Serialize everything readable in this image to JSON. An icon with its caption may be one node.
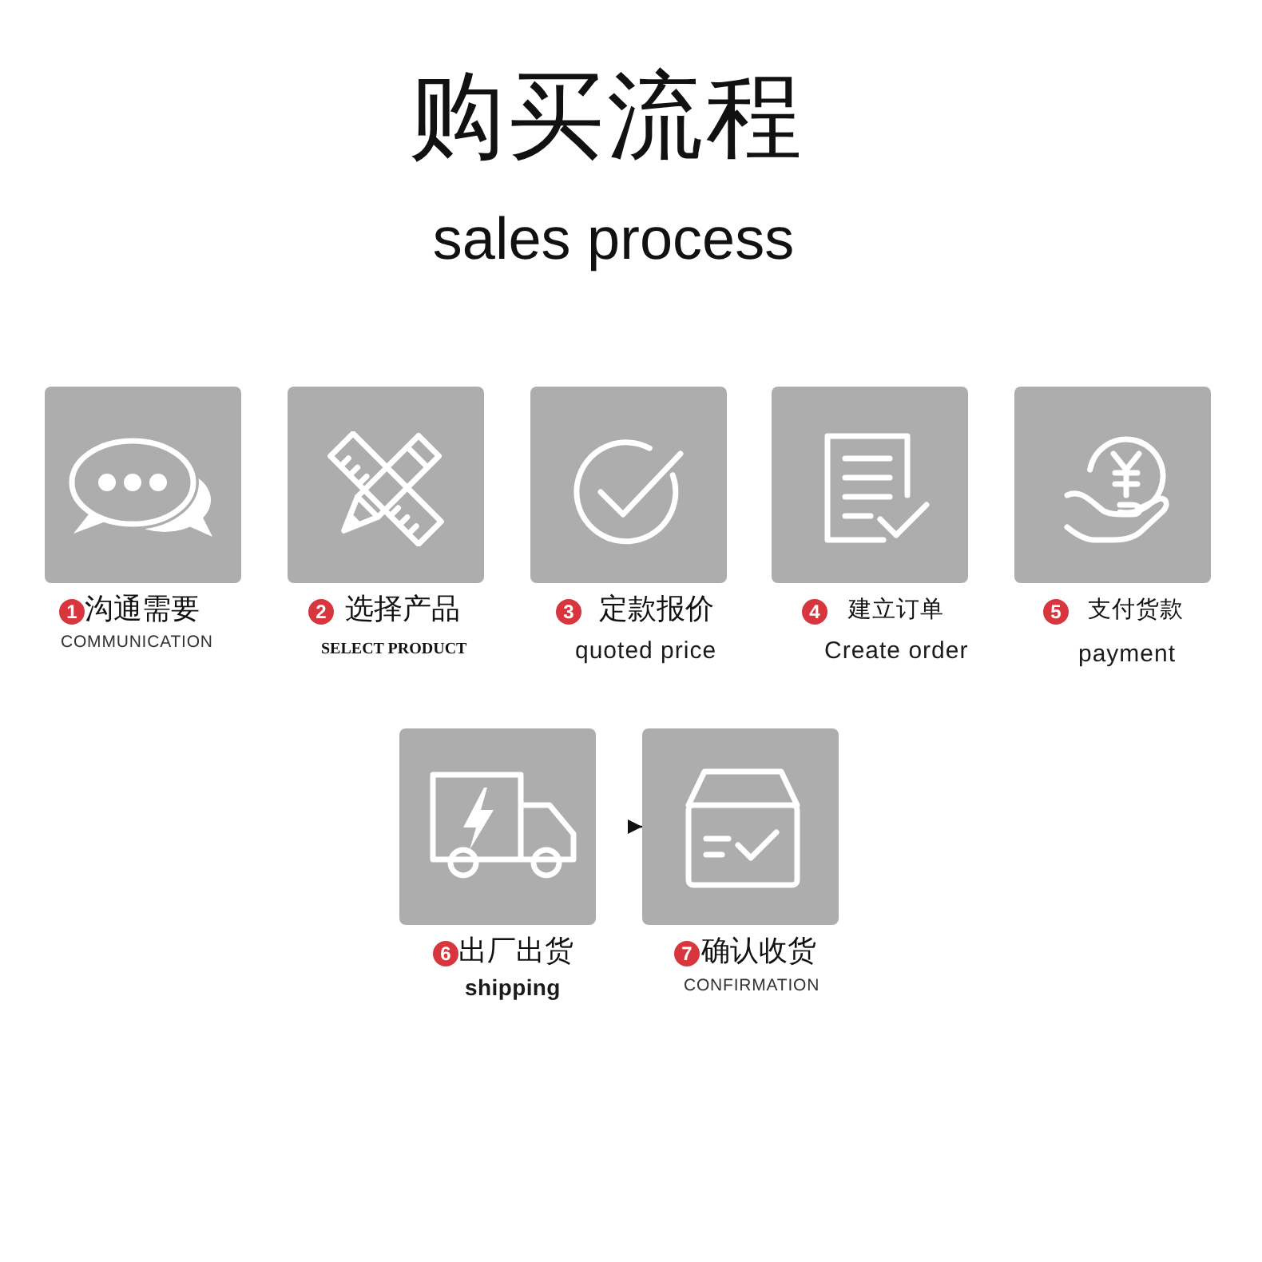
{
  "diagram": {
    "title": "购买流程",
    "nodes": [
      {
        "text": [
          "1",
          "沟通需要",
          "COMMUNICATION"
        ]
      },
      {
        "text": [
          "2",
          "选择产品",
          "SELECT PRODUCT"
        ]
      },
      {
        "text": [
          "3",
          "定款报价",
          "quoted price"
        ]
      },
      {
        "text": [
          "4",
          "建立订单",
          "Create order"
        ]
      },
      {
        "text": [
          "5",
          "支付货款",
          "payment"
        ]
      },
      {
        "text": [
          "6",
          "出厂出货",
          "shipping"
        ]
      },
      {
        "text": [
          "7",
          "确认收货",
          "CONFIRMATION"
        ]
      }
    ],
    "edges": [
      {
        "from": 5,
        "to": 6,
        "arrow": "to"
      }
    ],
    "labels": [
      "sales process"
    ]
  }
}
